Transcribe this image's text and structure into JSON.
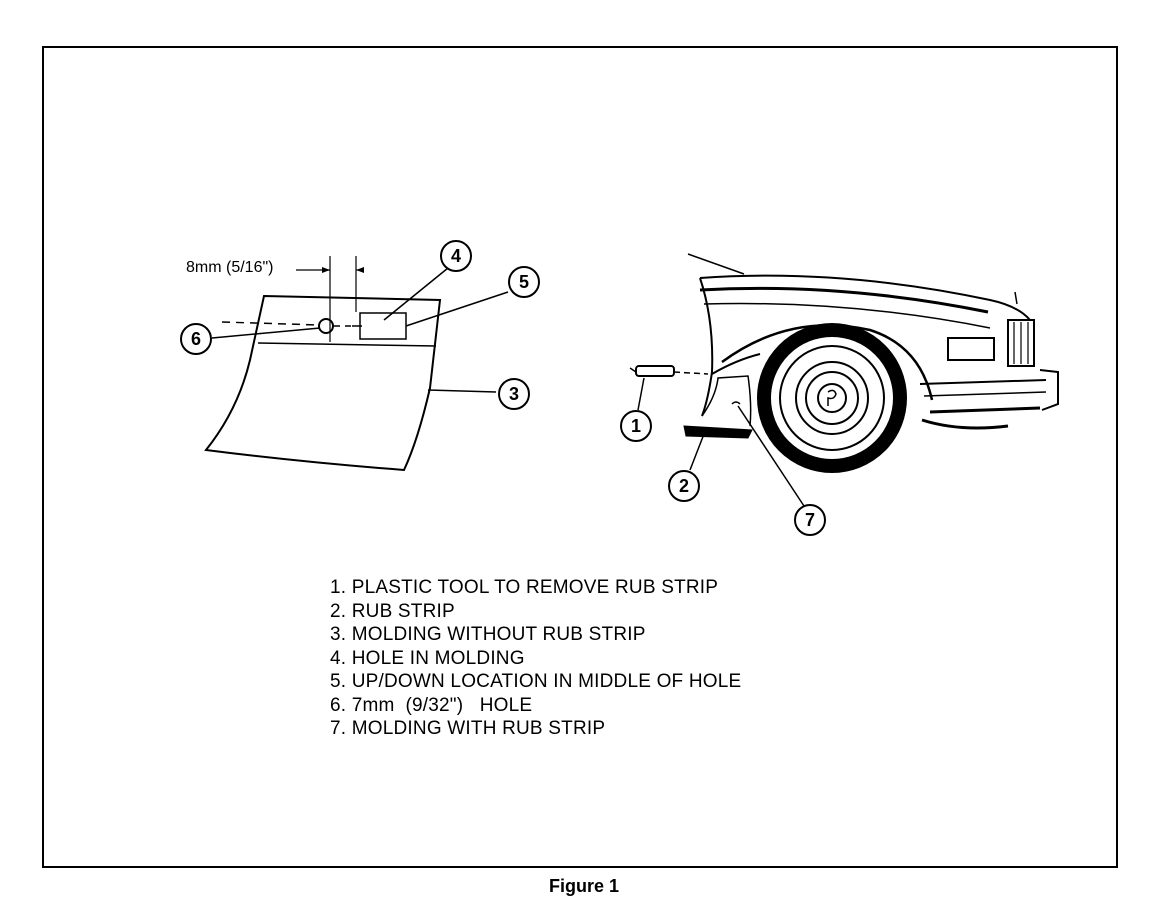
{
  "dimension_label": "8mm (5/16\")",
  "callouts": [
    "1",
    "2",
    "3",
    "4",
    "5",
    "6",
    "7"
  ],
  "legend": [
    "1. PLASTIC TOOL TO REMOVE RUB STRIP",
    "2. RUB STRIP",
    "3. MOLDING WITHOUT RUB STRIP",
    "4. HOLE IN MOLDING",
    "5. UP/DOWN LOCATION IN MIDDLE OF HOLE",
    "6. 7mm  (9/32\")   HOLE",
    "7. MOLDING WITH RUB STRIP"
  ],
  "caption": "Figure 1"
}
